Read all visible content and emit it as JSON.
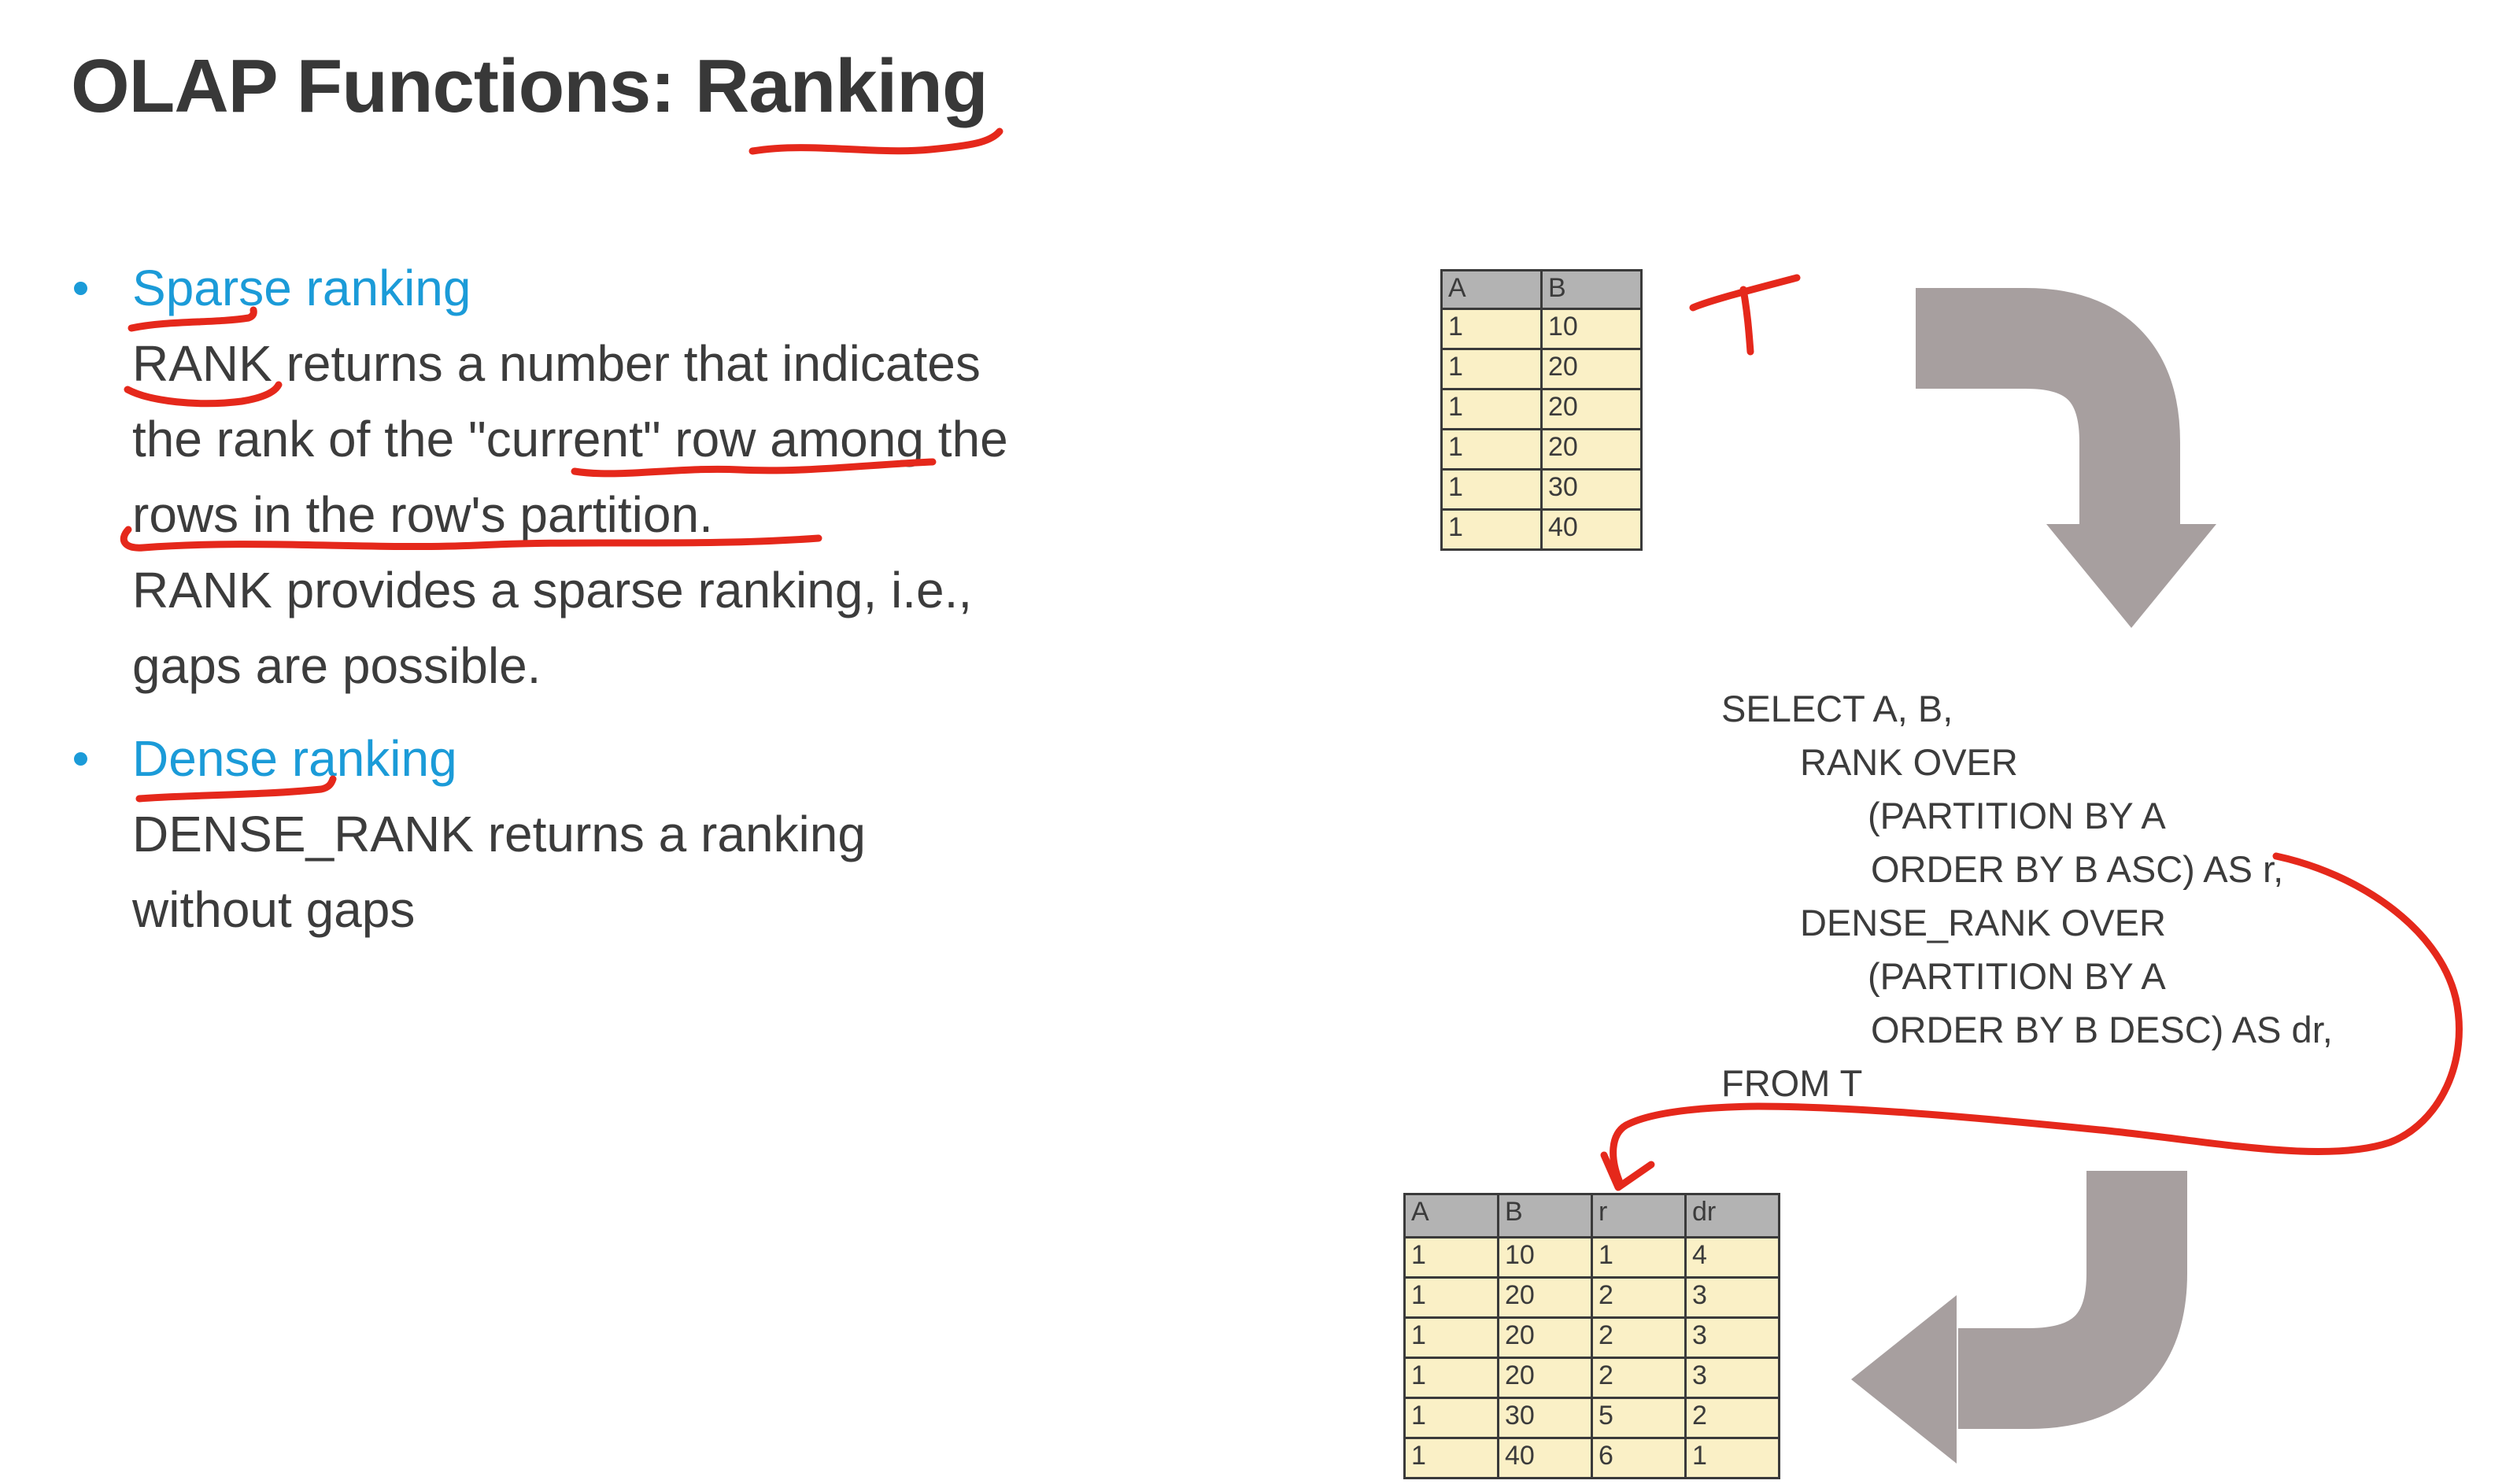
{
  "slide": {
    "title": "OLAP Functions: Ranking"
  },
  "bullets": [
    {
      "heading": "Sparse ranking",
      "lines": [
        "RANK returns a number that indicates",
        "the rank of the \"current\" row among the",
        "rows in the row's partition.",
        "RANK provides a sparse ranking, i.e.,",
        "gaps are possible."
      ]
    },
    {
      "heading": "Dense ranking",
      "lines": [
        "DENSE_RANK returns a ranking",
        "without gaps"
      ]
    }
  ],
  "sql": {
    "lines": [
      {
        "text": "SELECT A, B,",
        "indent": 0
      },
      {
        "text": "RANK OVER",
        "indent": 1
      },
      {
        "text": "(PARTITION BY A",
        "indent": 2
      },
      {
        "text": "ORDER BY B ASC) AS r,",
        "indent": 3
      },
      {
        "text": "DENSE_RANK OVER",
        "indent": 1
      },
      {
        "text": "(PARTITION BY A",
        "indent": 2
      },
      {
        "text": "ORDER BY B DESC) AS dr,",
        "indent": 3
      },
      {
        "text": "FROM T",
        "indent": 0
      }
    ]
  },
  "input_table": {
    "headers": [
      "A",
      "B"
    ],
    "rows": [
      [
        "1",
        "10"
      ],
      [
        "1",
        "20"
      ],
      [
        "1",
        "20"
      ],
      [
        "1",
        "20"
      ],
      [
        "1",
        "30"
      ],
      [
        "1",
        "40"
      ]
    ]
  },
  "result_table": {
    "headers": [
      "A",
      "B",
      "r",
      "dr"
    ],
    "rows": [
      [
        "1",
        "10",
        "1",
        "4"
      ],
      [
        "1",
        "20",
        "2",
        "3"
      ],
      [
        "1",
        "20",
        "2",
        "3"
      ],
      [
        "1",
        "20",
        "2",
        "3"
      ],
      [
        "1",
        "30",
        "5",
        "2"
      ],
      [
        "1",
        "40",
        "6",
        "1"
      ]
    ]
  },
  "annotations": {
    "table_label": "T"
  },
  "icons": {
    "flow_arrow_top": "elbow-arrow-down",
    "flow_arrow_bottom": "elbow-arrow-left",
    "bullet_marker": "round-dot"
  },
  "colors": {
    "text_dark": "#3c3c3c",
    "title_dark": "#383838",
    "accent_blue": "#1b9bd8",
    "ink_red": "#e5281b",
    "arrow_gray": "#a79f9f",
    "table_header_bg": "#b3b3b3",
    "table_cell_bg": "#faf0c6",
    "table_border": "#3a3a3a"
  }
}
